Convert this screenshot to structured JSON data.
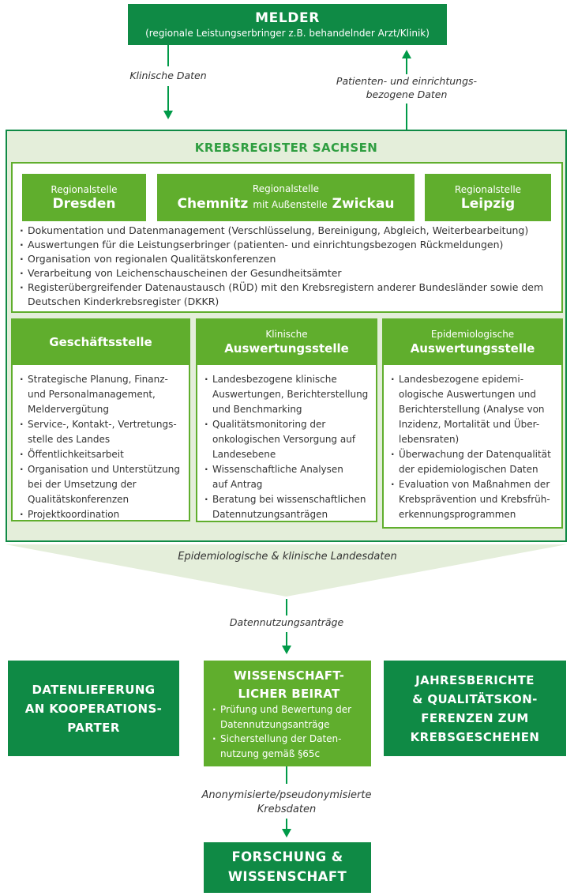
{
  "colors": {
    "dark_green": "#0f8a45",
    "mid_green": "#60ae2d",
    "pale_green": "#e4eeda",
    "arrow_green": "#009a48",
    "title_green": "#2f9e41",
    "text": "#333333"
  },
  "melder": {
    "title": "MELDER",
    "subtitle": "(regionale Leistungserbringer z.B. behandelnder Arzt/Klinik)"
  },
  "flows": {
    "down_label": "Klinische Daten",
    "up_label": "Patienten- und einrichtungs-\nbezogene Daten",
    "funnel_label": "Epidemiologische & klinische Landesdaten",
    "datennutzung_label": "Datennutzungsanträge",
    "anonym_label": "Anonymisierte/pseudonymisierte\nKrebsdaten"
  },
  "register": {
    "title": "KREBSREGISTER SACHSEN",
    "regionalstellen": [
      {
        "label": "Regionalstelle",
        "city": "Dresden"
      },
      {
        "label": "Regionalstelle",
        "city": "Chemnitz",
        "connector": "mit Außenstelle",
        "branch": "Zwickau"
      },
      {
        "label": "Regionalstelle",
        "city": "Leipzig"
      }
    ],
    "tasks": [
      "Dokumentation und Datenmanagement (Verschlüsselung, Bereinigung, Abgleich, Weiterbearbeitung)",
      "Auswertungen für die Leistungserbringer (patienten- und einrichtungsbezogen Rückmeldungen)",
      "Organisation von regionalen Qualitätskonferenzen",
      "Verarbeitung von Leichenschauscheinen der Gesundheitsämter",
      "Registerübergreifender Datenaustausch (RÜD) mit den Krebsregistern anderer Bundesländer sowie dem\nDeutschen Kinderkrebsregister (DKKR)"
    ],
    "departments": [
      {
        "header_small": "",
        "header_big": "Geschäftsstelle",
        "items": [
          "Strategische Planung, Finanz-\nund Personalmanagement,\nMeldervergütung",
          "Service-, Kontakt-, Vertretungs-\nstelle des Landes",
          "Öffentlichkeitsarbeit",
          "Organisation und Unterstützung\nbei der Umsetzung der\nQualitätskonferenzen",
          "Projektkoordination"
        ]
      },
      {
        "header_small": "Klinische",
        "header_big": "Auswertungsstelle",
        "items": [
          "Landesbezogene klinische\nAuswertungen, Berichterstellung\nund Benchmarking",
          "Qualitätsmonitoring der\nonkologischen Versorgung auf\nLandesebene",
          "Wissenschaftliche Analysen\nauf Antrag",
          "Beratung bei wissenschaftlichen\nDatennutzungsanträgen"
        ]
      },
      {
        "header_small": "Epidemiologische",
        "header_big": "Auswertungsstelle",
        "items": [
          "Landesbezogene epidemi-\nologische Auswertungen und\nBerichterstellung (Analyse von\nInzidenz, Mortalität und Über-\nlebensraten)",
          "Überwachung der Datenqualität\nder epidemiologischen Daten",
          "Evaluation von Maßnahmen der\nKrebsprävention und Krebsfrüh-\nerkennungsprogrammen"
        ]
      }
    ]
  },
  "outputs": {
    "left": {
      "title": "DATENLIEFERUNG\nAN KOOPERATIONS-\nPARTER"
    },
    "beirat": {
      "title": "WISSENSCHAFT-\nLICHER BEIRAT",
      "items": [
        "Prüfung und Bewertung der\nDatennutzungsanträge",
        "Sicherstellung der Daten-\nnutzung gemäß §65c"
      ]
    },
    "right": {
      "title": "JAHRESBERICHTE\n& QUALITÄTSKON-\nFERENZEN ZUM\nKREBSGESCHEHEN"
    }
  },
  "research": {
    "title": "FORSCHUNG &\nWISSENSCHAFT"
  }
}
